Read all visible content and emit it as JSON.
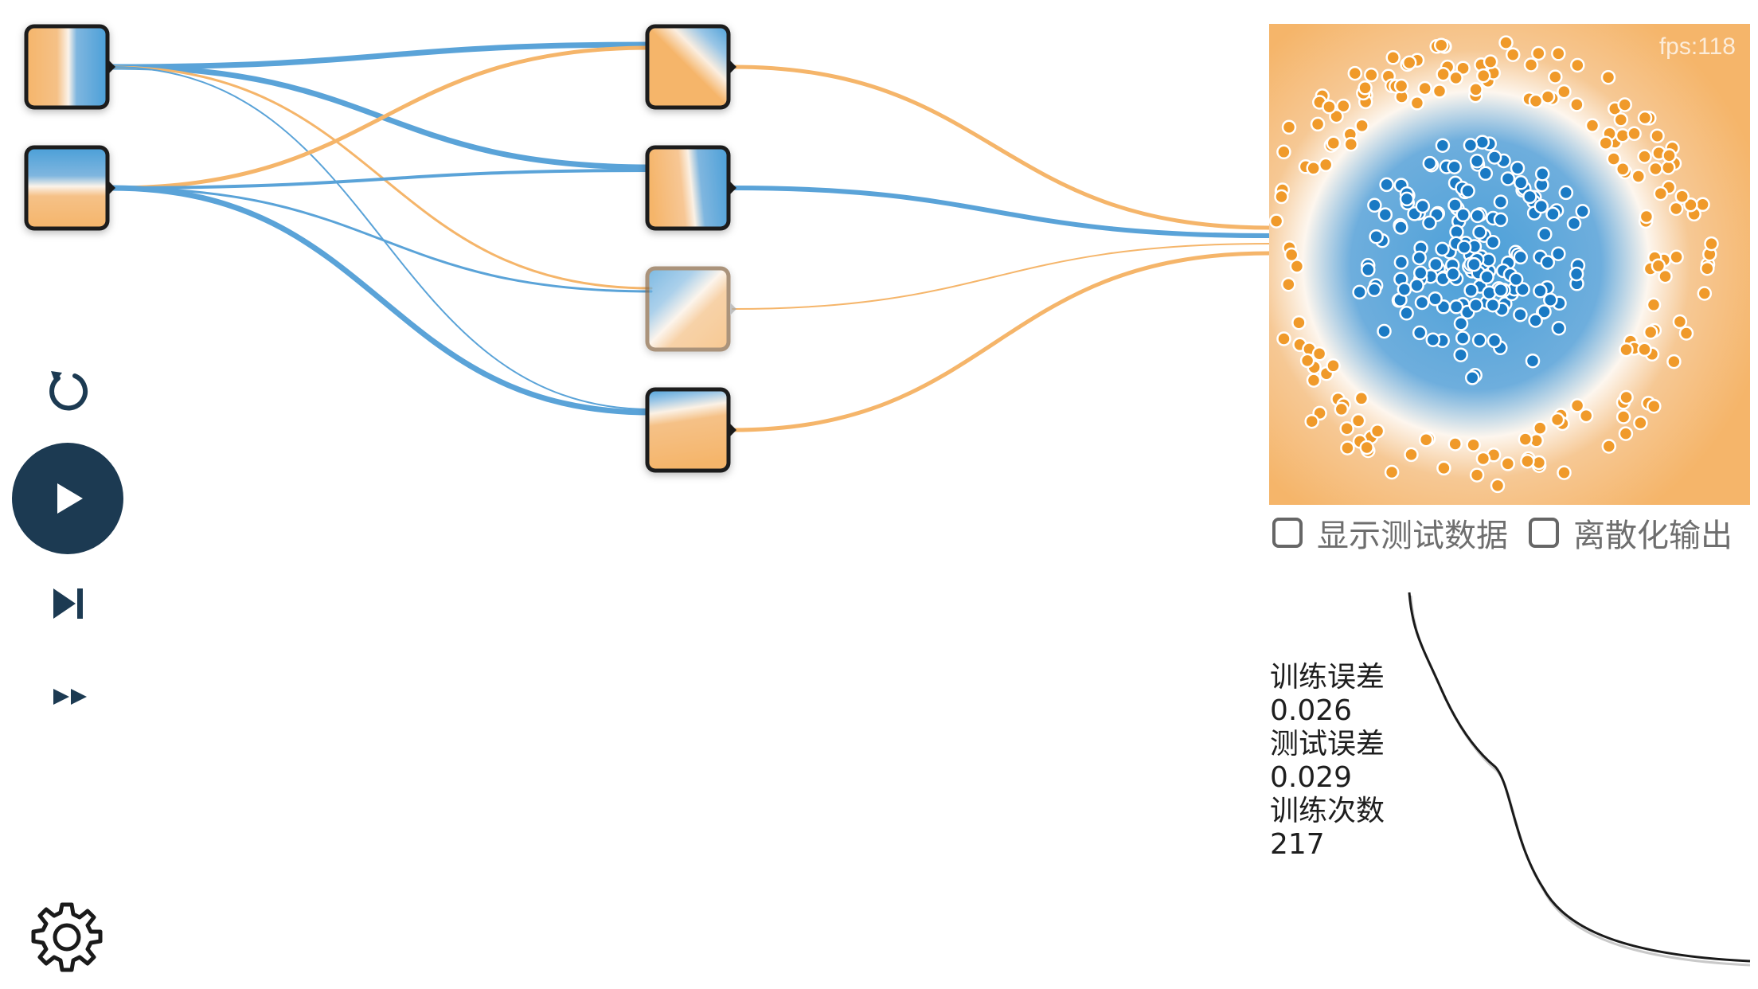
{
  "controls": {
    "reset_icon": "reset-icon",
    "play_icon": "play-icon",
    "step_icon": "step-forward-icon",
    "fast_forward_icon": "fast-forward-icon",
    "settings_icon": "gear-icon"
  },
  "output": {
    "fps_label": "fps:118",
    "show_test_data_label": "显示测试数据",
    "discretize_label": "离散化输出"
  },
  "stats": {
    "train_loss_label": "训练误差",
    "train_loss_value": "0.026",
    "test_loss_label": "测试误差",
    "test_loss_value": "0.029",
    "epochs_label": "训练次数",
    "epochs_value": "217"
  },
  "colors": {
    "positive": "#4a9fd8",
    "negative": "#f5b56a",
    "dark": "#1c3a52",
    "point_blue": "#1a7ac4",
    "point_orange": "#f09a2a"
  }
}
